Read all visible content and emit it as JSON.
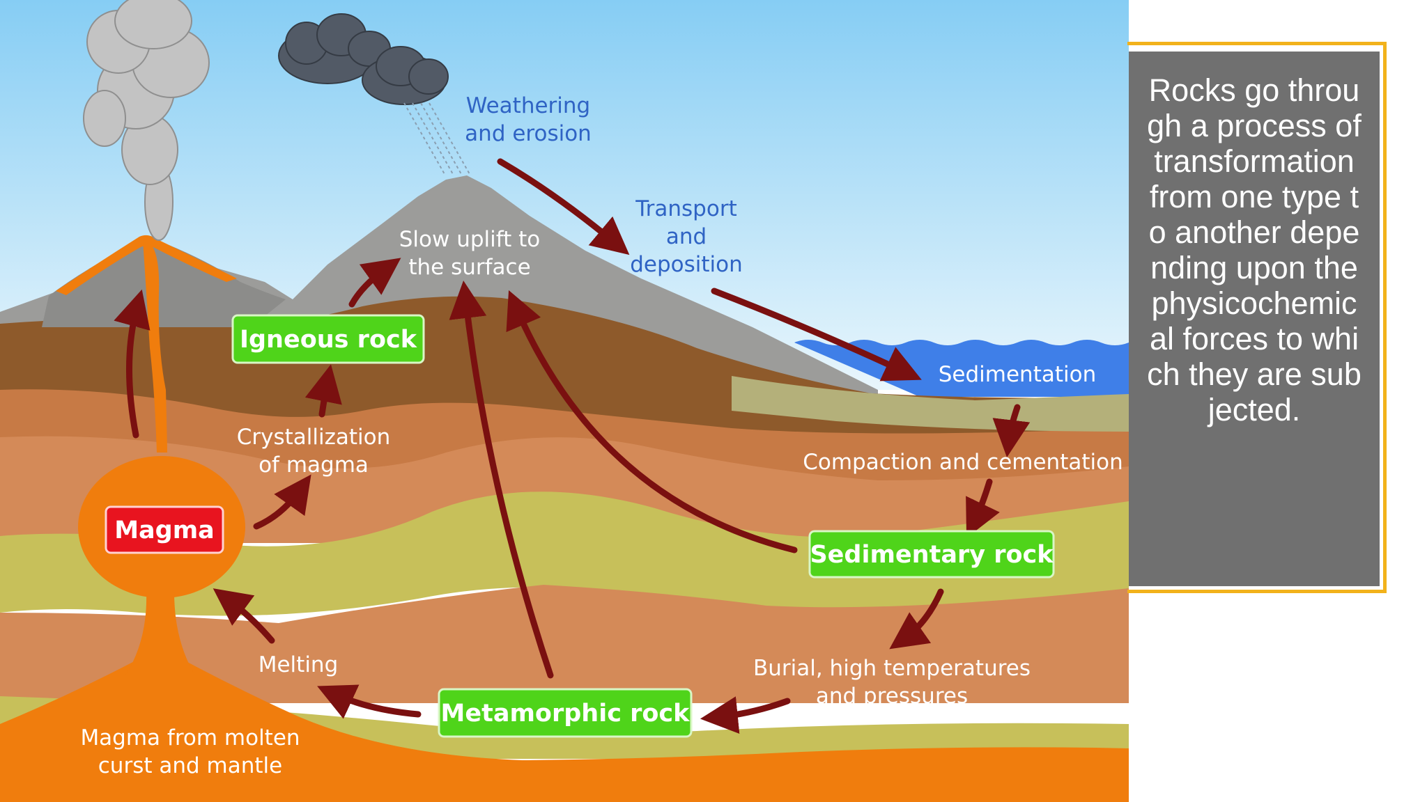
{
  "diagram": {
    "boxes": {
      "igneous": "Igneous rock",
      "magma": "Magma",
      "sedimentary": "Sedimentary rock",
      "metamorphic": "Metamorphic rock"
    },
    "labels": {
      "weathering_1": "Weathering",
      "weathering_2": "and erosion",
      "transport_1": "Transport",
      "transport_2": "and",
      "transport_3": "deposition",
      "uplift_1": "Slow uplift to",
      "uplift_2": "the surface",
      "sedimentation": "Sedimentation",
      "compaction": "Compaction and cementation",
      "crystallization_1": "Crystallization",
      "crystallization_2": "of magma",
      "melting": "Melting",
      "burial_1": "Burial, high temperatures",
      "burial_2": "and pressures",
      "molten_1": "Magma from molten",
      "molten_2": "curst and mantle"
    },
    "colors": {
      "box_green": "#4fd41a",
      "box_red": "#e8141f",
      "arrow": "#7a1010",
      "sky_top": "#8fd3f5",
      "water": "#3f7fe8",
      "magma": "#f07d0d"
    }
  },
  "caption": {
    "text": "Rocks go through a process of transformation from one type to another depending upon the physicochemical forces to which they are subjected."
  }
}
